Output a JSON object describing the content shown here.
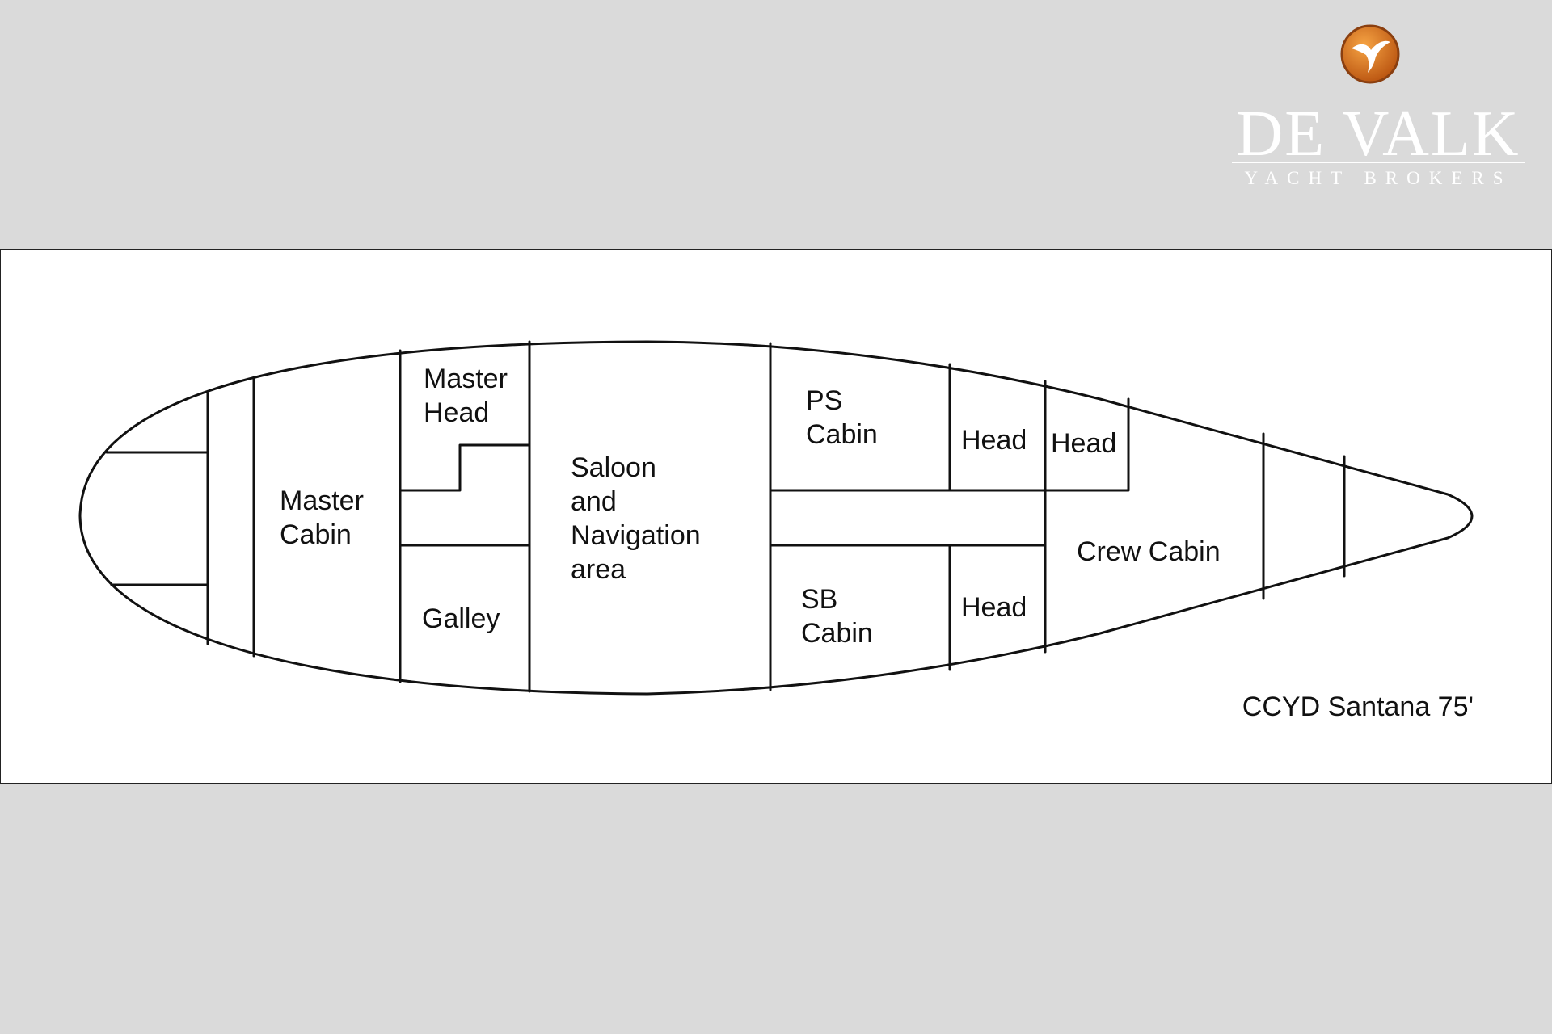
{
  "brand": {
    "name": "DE VALK",
    "tagline": "YACHT BROKERS",
    "colors": {
      "emblem_orange": "#e07b1e",
      "emblem_rim": "#8a3f10",
      "bird": "#ffffff",
      "text": "#ffffff"
    },
    "icon": "falcon-emblem-icon"
  },
  "plan": {
    "caption": "CCYD Santana 75'",
    "rooms": {
      "master_head": [
        "Master",
        "Head"
      ],
      "master_cabin": [
        "Master",
        "Cabin"
      ],
      "galley": [
        "Galley"
      ],
      "saloon": [
        "Saloon",
        "and",
        "Navigation",
        "area"
      ],
      "ps_cabin": [
        "PS",
        "Cabin"
      ],
      "sb_cabin": [
        "SB",
        "Cabin"
      ],
      "head_ps": [
        "Head"
      ],
      "head_ps2": [
        "Head"
      ],
      "head_sb": [
        "Head"
      ],
      "crew_cabin": [
        "Crew Cabin"
      ]
    }
  }
}
